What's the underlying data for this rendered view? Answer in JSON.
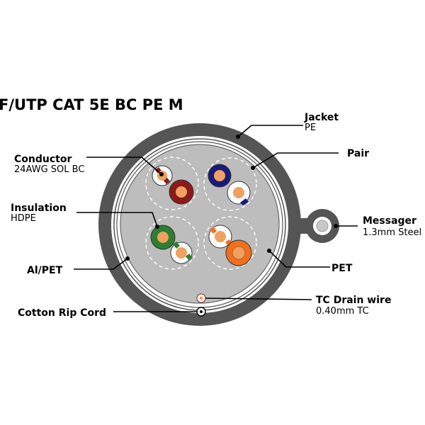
{
  "title": "F/UTP CAT 5E BC PE M",
  "labels": {
    "jacket": {
      "name": "Jacket",
      "spec": "PE"
    },
    "pair": {
      "name": "Pair"
    },
    "conductor": {
      "name": "Conductor",
      "spec": "24AWG SOL BC"
    },
    "insulation": {
      "name": "Insulation",
      "spec": "HDPE"
    },
    "messager": {
      "name": "Messager",
      "spec": "1.3mm Steel"
    },
    "al_pet": {
      "name": "Al/PET"
    },
    "pet": {
      "name": "PET"
    },
    "tc_drain": {
      "name": "TC Drain wire",
      "spec": "0.40mm TC"
    },
    "cotton_rip": {
      "name": "Cotton Rip Cord"
    }
  },
  "colors": {
    "jacket": "#555555",
    "core_fill": "#bdbdbd",
    "copper": "#f0a060",
    "brown": "#8b1a1a",
    "blue": "#1a1a7a",
    "green": "#2e7d32",
    "orange": "#f07020",
    "white": "#ffffff"
  },
  "pairs": [
    {
      "name": "brown",
      "color": "#8b1a1a"
    },
    {
      "name": "blue",
      "color": "#1a1a7a"
    },
    {
      "name": "green",
      "color": "#2e7d32"
    },
    {
      "name": "orange",
      "color": "#f07020"
    }
  ]
}
